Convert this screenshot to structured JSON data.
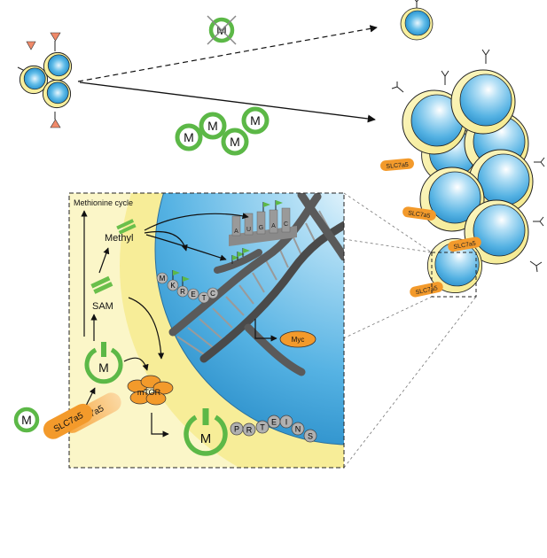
{
  "methionine_symbol": "M",
  "labels": {
    "methionine_cycle": "Methionine cycle",
    "methyl": "Methyl",
    "sam": "SAM",
    "mtor": "mTOR",
    "myc": "Myc",
    "transporter": "SLC7a5"
  },
  "mrna_bases": [
    "A",
    "U",
    "G",
    "A",
    "C"
  ],
  "histone_letters": [
    "M",
    "K",
    "R",
    "E",
    "T",
    "C"
  ],
  "protein_letters": [
    "P",
    "R",
    "T",
    "E",
    "I",
    "N",
    "S"
  ],
  "colors": {
    "methionine_ring": "#5cb847",
    "cell_membrane": "#f7ef9e",
    "nucleus": "#42a8dc",
    "transporter": "#f39a2b",
    "dna": "#555555",
    "methyl_mark": "#6abf4b",
    "inhibition_marker": "#f08a6a"
  }
}
